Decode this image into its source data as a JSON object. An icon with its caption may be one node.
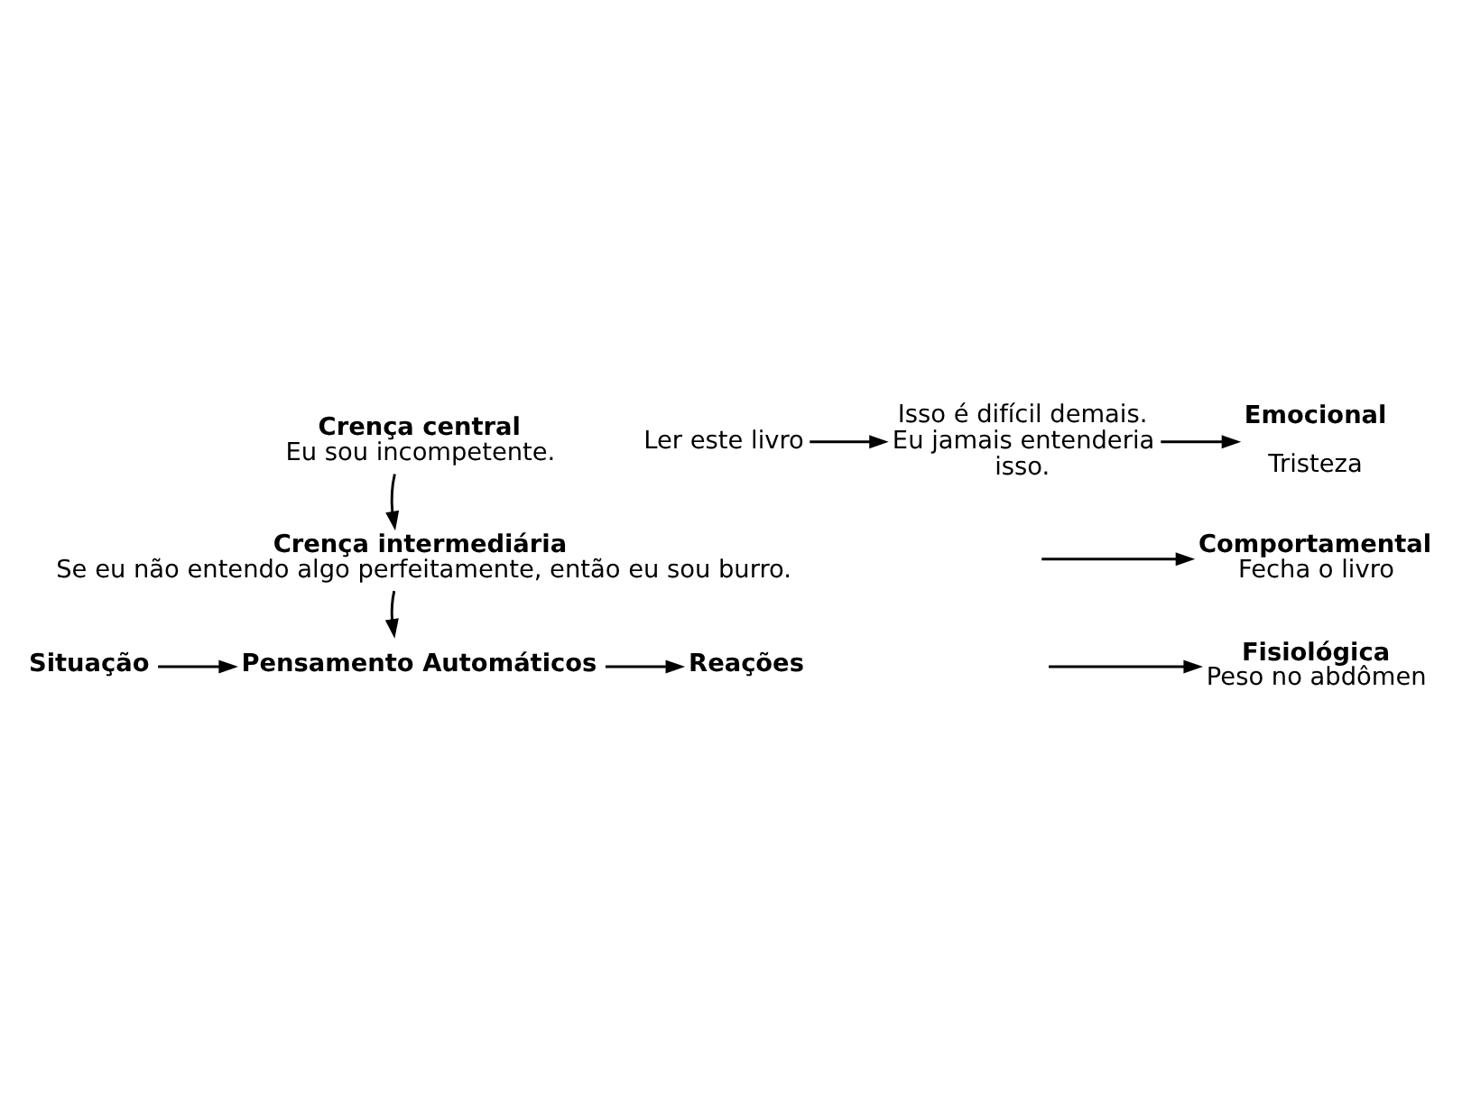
{
  "diagram": {
    "nodes": [
      {
        "text": [
          "Crença central",
          "Eu sou incompetente."
        ]
      },
      {
        "text": [
          "Crença intermediária",
          "Se eu não entendo algo perfeitamente, então eu sou burro."
        ]
      },
      {
        "text": [
          "Situação"
        ]
      },
      {
        "text": [
          "Pensamento Automáticos"
        ]
      },
      {
        "text": [
          "Reações"
        ]
      },
      {
        "text": [
          "Ler este livro"
        ]
      },
      {
        "text": [
          "Isso é difícil demais. Eu jamais entenderia isso."
        ]
      },
      {
        "text": [
          "Emocional",
          "Tristeza"
        ]
      },
      {
        "text": [
          "Comportamental",
          "Fecha o livro"
        ]
      },
      {
        "text": [
          "Fisiológica",
          "Peso no abdômen"
        ]
      }
    ],
    "edges": [
      {
        "from": 0,
        "to": 1,
        "arrow": "to"
      },
      {
        "from": 1,
        "to": 3,
        "arrow": "to"
      },
      {
        "from": 2,
        "to": 3,
        "arrow": "to"
      },
      {
        "from": 3,
        "to": 4,
        "arrow": "to"
      },
      {
        "from": 5,
        "to": 6,
        "arrow": "to"
      },
      {
        "from": 6,
        "to": 7,
        "arrow": "to"
      },
      {
        "from": null,
        "to": 8,
        "arrow": "to"
      },
      {
        "from": null,
        "to": 9,
        "arrow": "to"
      }
    ]
  }
}
